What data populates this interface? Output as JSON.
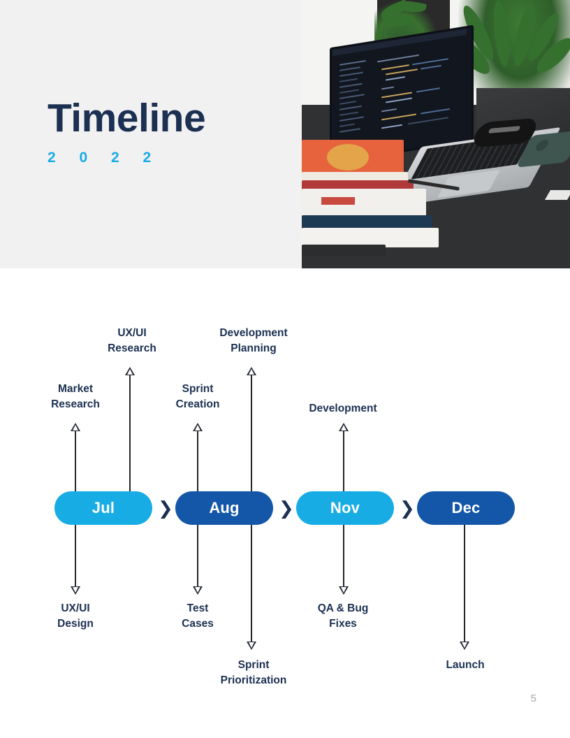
{
  "header": {
    "title": "Timeline",
    "year": "2 0 2 2",
    "title_color": "#1b3052",
    "year_color": "#18ace4",
    "band_color": "#f1f1f1",
    "photo": {
      "alt": "Laptop with code editor open on a dark desk beside a stack of books and plants"
    }
  },
  "timeline": {
    "chevron_glyph": "❯",
    "line_color": "#23272e",
    "label_color": "#1b3052",
    "stages": [
      {
        "month": "Jul",
        "color": "#18ace4",
        "above": [
          "Market\nResearch",
          "UX/UI\nResearch"
        ],
        "below": [
          "UX/UI\nDesign"
        ]
      },
      {
        "month": "Aug",
        "color": "#1456a8",
        "above": [
          "Sprint\nCreation",
          "Development\nPlanning"
        ],
        "below": [
          "Test\nCases",
          "Sprint\nPrioritization"
        ]
      },
      {
        "month": "Nov",
        "color": "#18ace4",
        "above": [
          "Development"
        ],
        "below": [
          "QA & Bug\nFixes"
        ]
      },
      {
        "month": "Dec",
        "color": "#1456a8",
        "above": [],
        "below": [
          "Launch"
        ]
      }
    ],
    "labels": {
      "market_research": "Market\nResearch",
      "uxui_research": "UX/UI\nResearch",
      "sprint_creation": "Sprint\nCreation",
      "development_planning": "Development\nPlanning",
      "development": "Development",
      "uxui_design": "UX/UI\nDesign",
      "test_cases": "Test\nCases",
      "sprint_prioritization": "Sprint\nPrioritization",
      "qa_bug_fixes": "QA & Bug\nFixes",
      "launch": "Launch"
    }
  },
  "footer": {
    "page_number": "5"
  }
}
